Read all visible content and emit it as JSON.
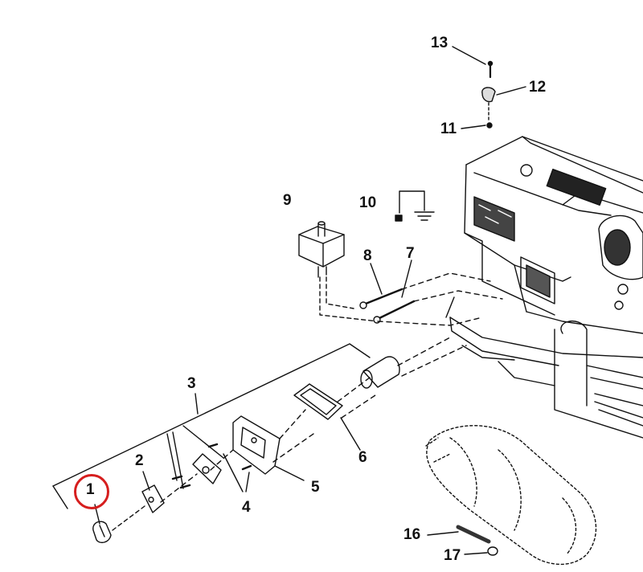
{
  "diagram": {
    "type": "exploded parts diagram",
    "highlighted_part": "1",
    "highlight_color": "#d61e1e",
    "line_color": "#111111",
    "callouts": {
      "c1": "1",
      "c2": "2",
      "c3": "3",
      "c4": "4",
      "c5": "5",
      "c6": "6",
      "c7": "7",
      "c8": "8",
      "c9": "9",
      "c10": "10",
      "c11": "11",
      "c12": "12",
      "c13": "13",
      "c16": "16",
      "c17": "17"
    }
  }
}
